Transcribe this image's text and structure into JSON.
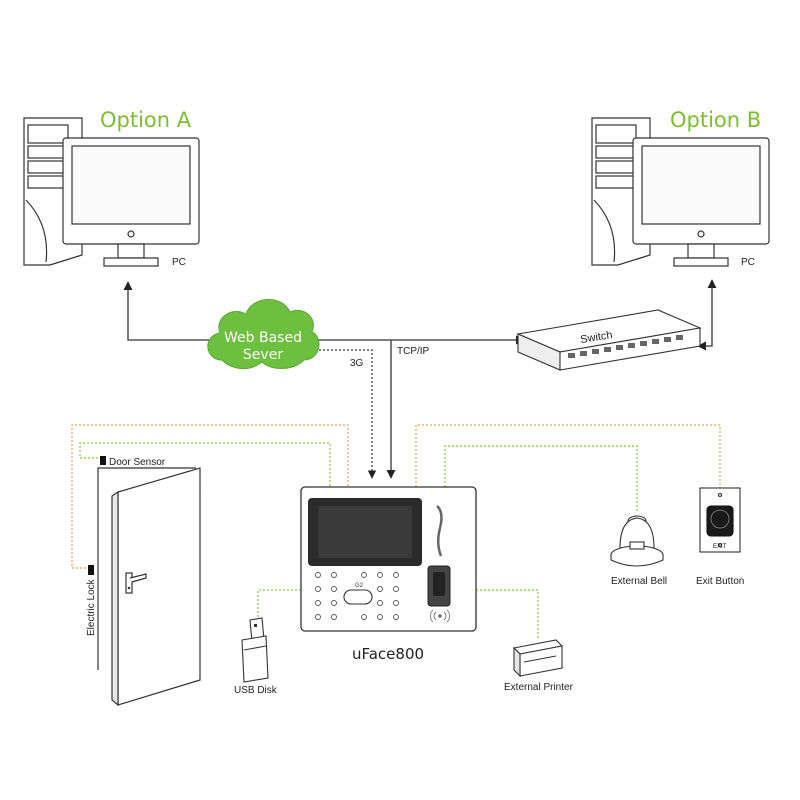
{
  "colors": {
    "accent_green": "#7cbf2e",
    "cloud_green": "#6cbf3f",
    "dotted_green": "#8cc63f",
    "dotted_orange": "#e6a34b",
    "line": "#333333"
  },
  "computers": {
    "option_a": {
      "title": "Option A",
      "label": "PC"
    },
    "option_b": {
      "title": "Option B",
      "label": "PC"
    }
  },
  "network": {
    "cloud_line1": "Web Based",
    "cloud_line2": "Sever",
    "switch_label": "Switch",
    "link_3g": "3G",
    "link_tcpip": "TCP/IP"
  },
  "device": {
    "name": "uFace800",
    "model_mark": "G2"
  },
  "peripherals": {
    "door_sensor": "Door Sensor",
    "electric_lock": "Electric Lock",
    "usb_disk": "USB Disk",
    "external_printer": "External Printer",
    "external_bell": "External Bell",
    "exit_button": "Exit Button",
    "exit_button_face": "EXIT"
  }
}
